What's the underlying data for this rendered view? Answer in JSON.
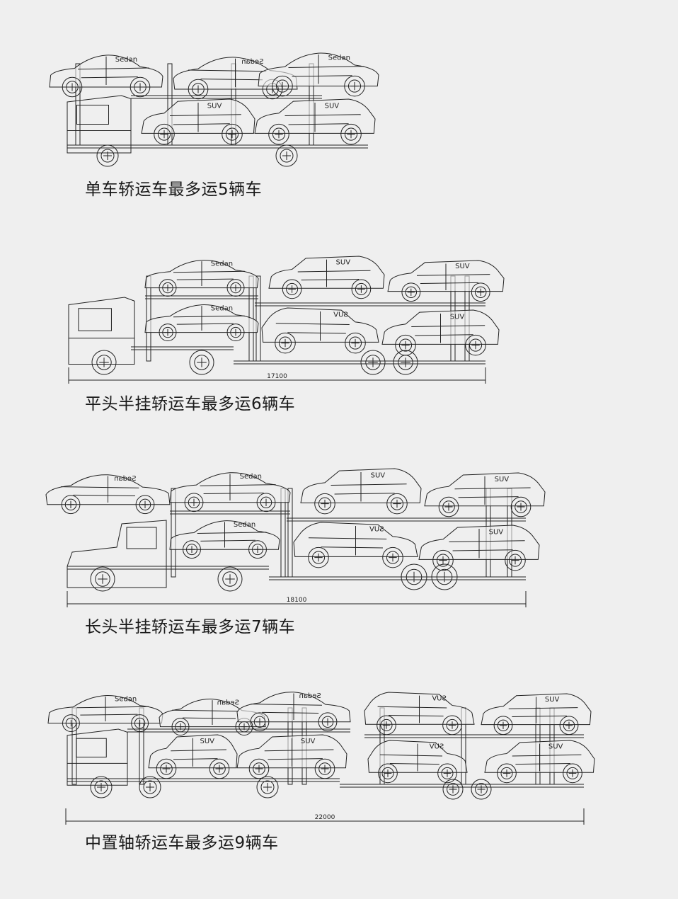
{
  "diagrams": [
    {
      "caption": "单车轿运车最多运5辆车",
      "dimension": "",
      "cars": [
        "Sedan",
        "Sedan",
        "Sedan",
        "SUV",
        "SUV"
      ]
    },
    {
      "caption": "平头半挂轿运车最多运6辆车",
      "dimension": "17100",
      "cars": [
        "Sedan",
        "SUV",
        "SUV",
        "Sedan",
        "SUV",
        "SUV"
      ]
    },
    {
      "caption": "长头半挂轿运车最多运7辆车",
      "dimension": "18100",
      "cars": [
        "Sedan",
        "Sedan",
        "SUV",
        "SUV",
        "Sedan",
        "SUV",
        "SUV"
      ]
    },
    {
      "caption": "中置轴轿运车最多运9辆车",
      "dimension": "22000",
      "cars": [
        "Sedan",
        "Sedan",
        "Sedan",
        "SUV",
        "SUV",
        "SUV",
        "SUV",
        "SUV",
        "SUV"
      ]
    }
  ]
}
